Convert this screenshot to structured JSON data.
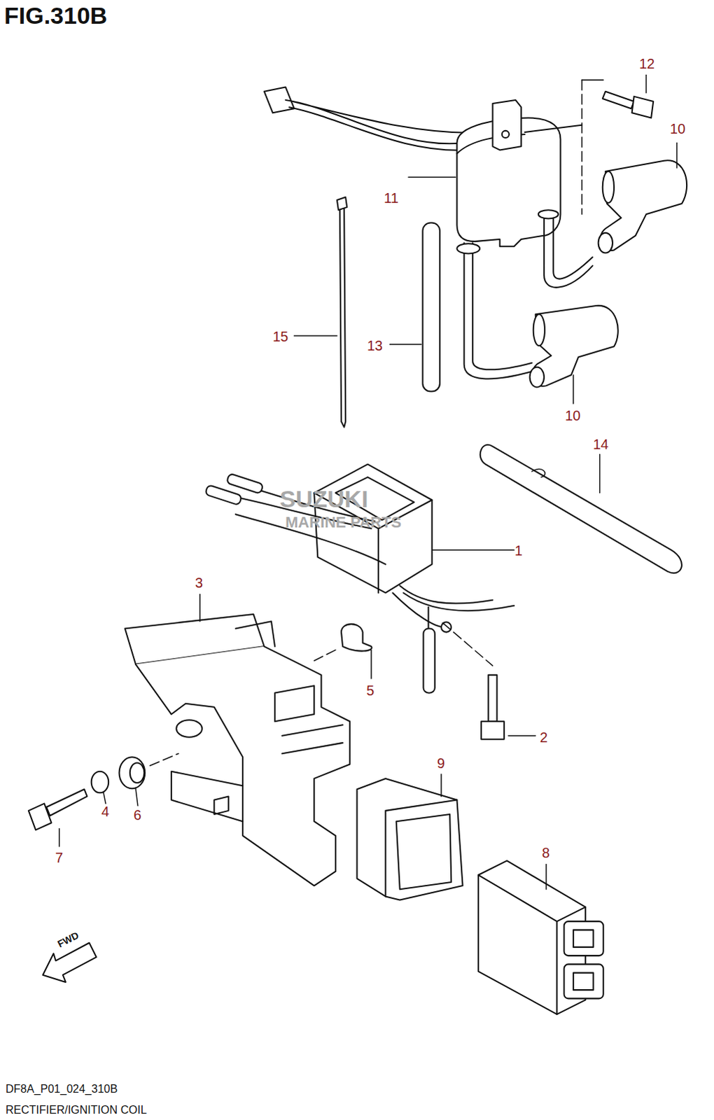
{
  "diagram": {
    "title": "FIG.310B",
    "caption": "RECTIFIER/IGNITION COIL",
    "labels": [
      "12",
      "10",
      "11",
      "15",
      "13",
      "10",
      "14",
      "1",
      "3",
      "5",
      "2",
      "9",
      "4",
      "6",
      "7",
      "8",
      "FWD",
      "DF8A_P01_024_310B",
      "SUZUKI",
      "MARINE PARTS"
    ]
  }
}
